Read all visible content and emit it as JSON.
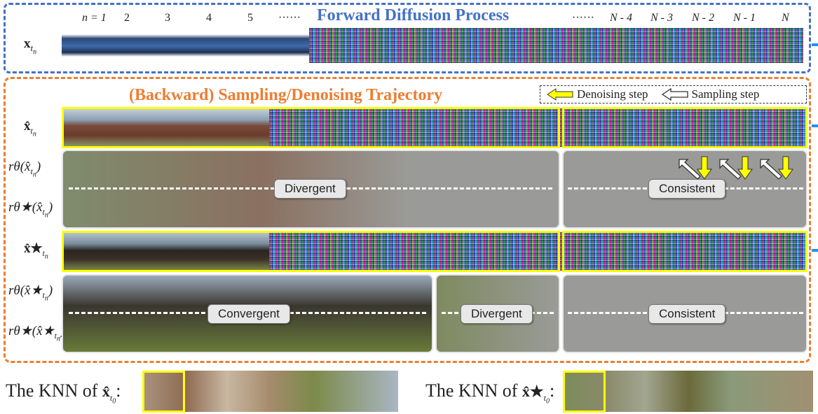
{
  "forward": {
    "title": "Forward Diffusion Process",
    "step_labels_left": [
      "n = 1",
      "2",
      "3",
      "4",
      "5",
      "······"
    ],
    "step_labels_right": [
      "······",
      "N - 4",
      "N - 3",
      "N - 2",
      "N - 1",
      "N"
    ],
    "row_label": "x",
    "row_label_sub": "t",
    "row_label_subsub": "n"
  },
  "backward": {
    "title": "(Backward) Sampling/Denoising Trajectory",
    "legend": {
      "denoising": "Denoising step",
      "sampling": "Sampling step"
    },
    "rows": {
      "xhat": "x̂",
      "r_xhat": "rθ(x̂",
      "rstar_xhat": "rθ★(x̂",
      "xhat_star": "x̂★",
      "r_xhat_star": "rθ(x̂★",
      "rstar_xhat_star": "rθ★(x̂★"
    },
    "tags": {
      "top_left": "Divergent",
      "top_right": "Consistent",
      "bot_left": "Convergent",
      "bot_mid": "Divergent",
      "bot_right": "Consistent"
    }
  },
  "bottom": {
    "knn_left": "The KNN of",
    "knn_right": "The KNN of"
  },
  "colors": {
    "blue": "#4472c4",
    "orange": "#ed7d31",
    "highlight": "#ffff00"
  }
}
